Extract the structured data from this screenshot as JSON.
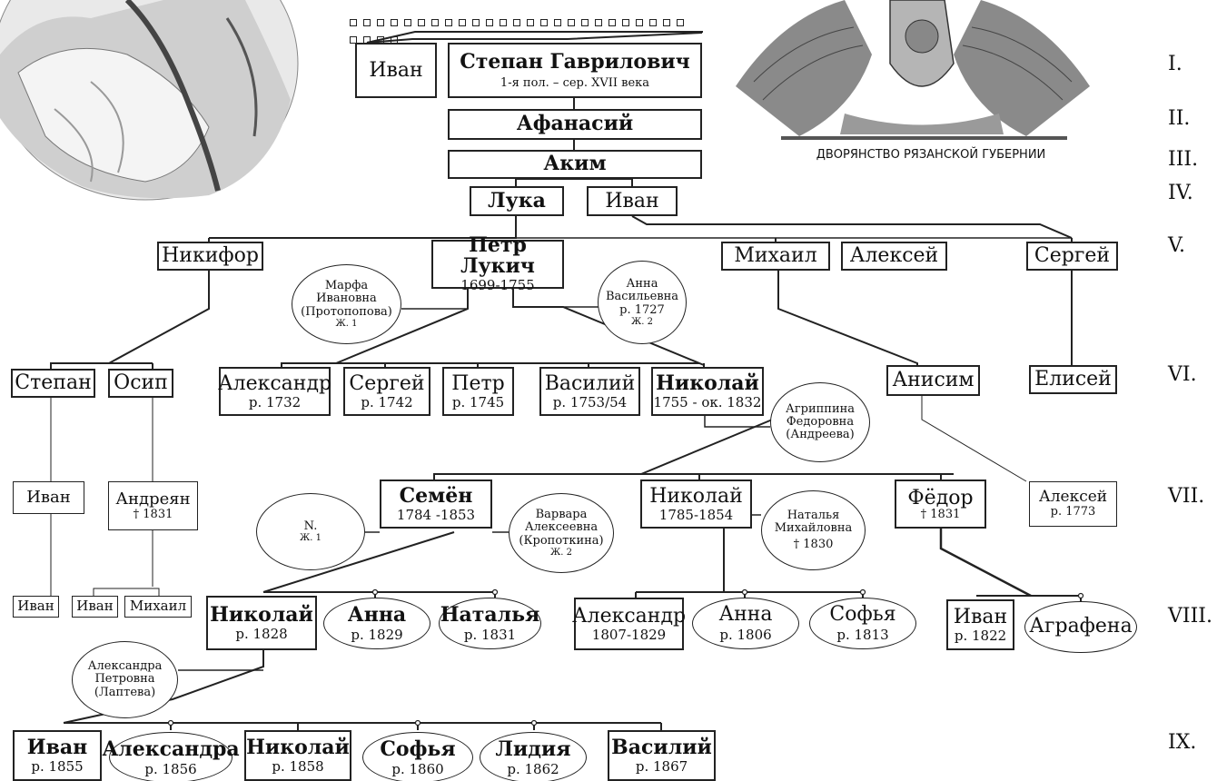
{
  "caption": "ДВОРЯНСТВО РЯЗАНСКОЙ ГУБЕРНИИ",
  "generations": [
    "I.",
    "II.",
    "III.",
    "IV.",
    "V.",
    "VI.",
    "VII.",
    "VIII.",
    "IX."
  ],
  "people": {
    "ivan_1": {
      "name": "Иван"
    },
    "stepan_g": {
      "name": "Степан Гаврилович",
      "date": "1-я пол. – сер. XVII века"
    },
    "afanasy": {
      "name": "Афанасий"
    },
    "akim": {
      "name": "Аким"
    },
    "luka": {
      "name": "Лука"
    },
    "ivan_4": {
      "name": "Иван"
    },
    "nikifor": {
      "name": "Никифор"
    },
    "petr_lukich": {
      "name": "Петр Лукич",
      "date": "1699-1755"
    },
    "marfa": {
      "name": "Марфа Ивановна (Протопопова)",
      "note": "Ж. 1"
    },
    "anna_v": {
      "name": "Анна Васильевна",
      "date": "р. 1727",
      "note": "Ж. 2"
    },
    "mikhail_5": {
      "name": "Михаил"
    },
    "aleksey_5": {
      "name": "Алексей"
    },
    "sergey_5": {
      "name": "Сергей"
    },
    "stepan_6": {
      "name": "Степан"
    },
    "osip": {
      "name": "Осип"
    },
    "aleksandr_6": {
      "name": "Александр",
      "date": "р. 1732"
    },
    "sergey_6": {
      "name": "Сергей",
      "date": "р. 1742"
    },
    "petr_6": {
      "name": "Петр",
      "date": "р. 1745"
    },
    "vasily_6": {
      "name": "Василий",
      "date": "р. 1753/54"
    },
    "nikolay_6": {
      "name": "Николай",
      "date": "1755 - ок. 1832"
    },
    "anisim": {
      "name": "Анисим"
    },
    "elisey": {
      "name": "Елисей"
    },
    "agrippina": {
      "name": "Агриппина Федоровна (Андреева)"
    },
    "ivan_7": {
      "name": "Иван"
    },
    "andreyan": {
      "name": "Андреян",
      "date": "† 1831"
    },
    "semen": {
      "name": "Семён",
      "date": "1784 -1853"
    },
    "n_wife": {
      "name": "N.",
      "note": "Ж. 1"
    },
    "varvara": {
      "name": "Варвара Алексеевна (Кропоткина)",
      "note": "Ж. 2"
    },
    "nikolay_7": {
      "name": "Николай",
      "date": "1785-1854"
    },
    "natalya_m": {
      "name": "Наталья Михайловна",
      "date": "† 1830"
    },
    "fedor": {
      "name": "Фёдор",
      "date": "† 1831"
    },
    "aleksey_7": {
      "name": "Алексей",
      "date": "р. 1773"
    },
    "ivan_8a": {
      "name": "Иван"
    },
    "ivan_8b": {
      "name": "Иван"
    },
    "mikhail_8": {
      "name": "Михаил"
    },
    "nikolay_8": {
      "name": "Николай",
      "date": "р. 1828"
    },
    "anna_8a": {
      "name": "Анна",
      "date": "р. 1829"
    },
    "natalya_8": {
      "name": "Наталья",
      "date": "р. 1831"
    },
    "aleksandr_8": {
      "name": "Александр",
      "date": "1807-1829"
    },
    "anna_8b": {
      "name": "Анна",
      "date": "р. 1806"
    },
    "sofya_8": {
      "name": "Софья",
      "date": "р. 1813"
    },
    "ivan_8c": {
      "name": "Иван",
      "date": "р. 1822"
    },
    "agrafena": {
      "name": "Аграфена"
    },
    "aleksandra_p": {
      "name": "Александра Петровна (Лаптева)"
    },
    "ivan_9": {
      "name": "Иван",
      "date": "р. 1855"
    },
    "aleksandra_9": {
      "name": "Александра",
      "date": "р. 1856"
    },
    "nikolay_9": {
      "name": "Николай",
      "date": "р. 1858"
    },
    "sofya_9": {
      "name": "Софья",
      "date": "р. 1860"
    },
    "lidiya_9": {
      "name": "Лидия",
      "date": "р. 1862"
    },
    "vasily_9": {
      "name": "Василий",
      "date": "р. 1867"
    }
  }
}
